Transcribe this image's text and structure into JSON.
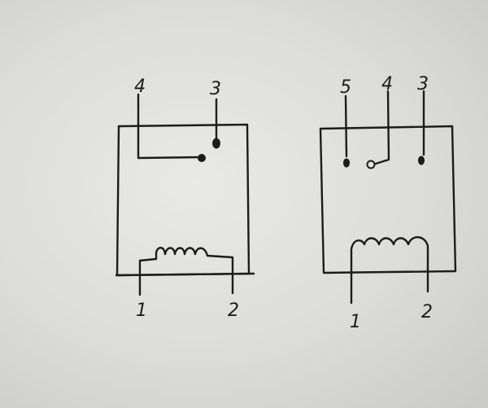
{
  "left_relay": {
    "pin_labels": {
      "top_left": "4",
      "top_right": "3",
      "bottom_left": "1",
      "bottom_right": "2"
    }
  },
  "right_relay": {
    "pin_labels": {
      "top_left": "5",
      "top_mid": "4",
      "top_right": "3",
      "bottom_left": "1",
      "bottom_right": "2"
    }
  }
}
